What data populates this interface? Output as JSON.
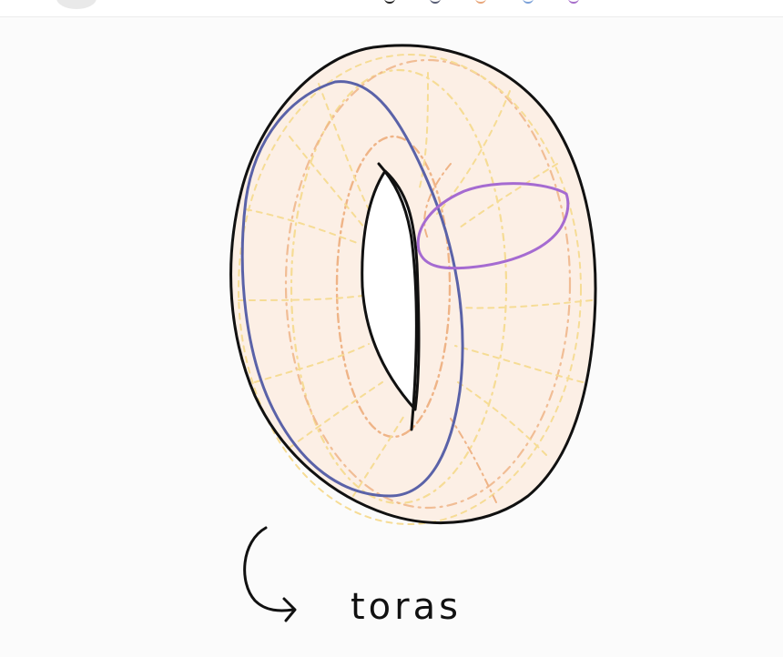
{
  "toolbar": {
    "swatches": [
      {
        "name": "black-pen-swatch",
        "color": "#222222"
      },
      {
        "name": "slate-pen-swatch",
        "color": "#555b72"
      },
      {
        "name": "orange-pen-swatch",
        "color": "#e8a67a"
      },
      {
        "name": "blue-pen-swatch",
        "color": "#7aa0d8"
      },
      {
        "name": "purple-pen-swatch",
        "color": "#a66dc9"
      }
    ]
  },
  "drawing": {
    "label": "toras",
    "colors": {
      "outline": "#111111",
      "fill": "#fcefe5",
      "blue_loop": "#5a62a8",
      "purple_loop": "#a56bd1",
      "guide_orange": "#efb487",
      "guide_yellow": "#f6dc95"
    }
  }
}
